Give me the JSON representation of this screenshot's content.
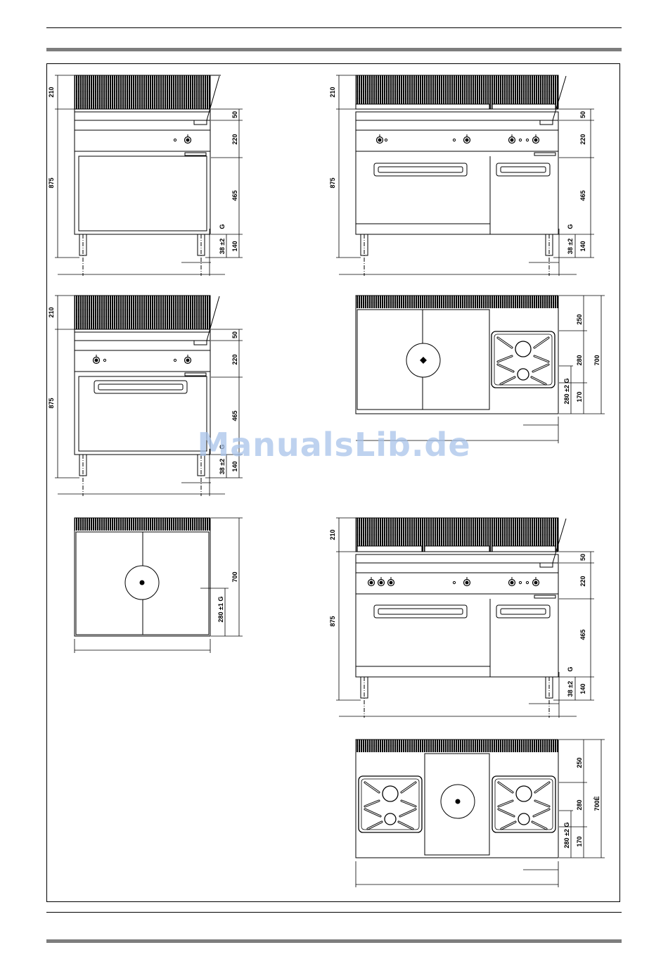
{
  "page": {
    "watermark": "ManualsLib.de"
  },
  "dims": {
    "d210": "210",
    "d875": "875",
    "d50": "50",
    "d220": "220",
    "d465": "465",
    "d140": "140",
    "d38": "38 ±2",
    "g": "G",
    "d700": "700",
    "d700b": "700È",
    "d250": "250",
    "d280": "280",
    "d170": "170",
    "d280g2": "280 ±2  G",
    "d280g1": "280 ±1  G"
  }
}
